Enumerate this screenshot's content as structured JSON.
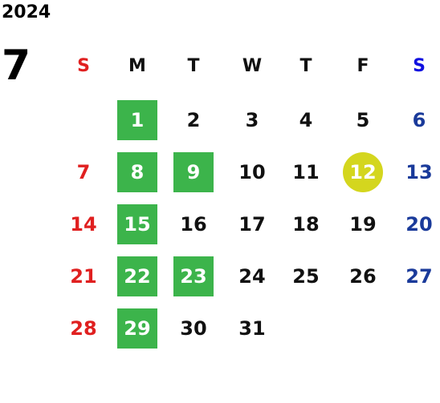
{
  "calendar": {
    "year": "2024",
    "month": "7",
    "weekdays": [
      "S",
      "M",
      "T",
      "W",
      "T",
      "F",
      "S"
    ],
    "weeks": [
      [
        "",
        "1",
        "2",
        "3",
        "4",
        "5",
        "6"
      ],
      [
        "7",
        "8",
        "9",
        "10",
        "11",
        "12",
        "13"
      ],
      [
        "14",
        "15",
        "16",
        "17",
        "18",
        "19",
        "20"
      ],
      [
        "21",
        "22",
        "23",
        "24",
        "25",
        "26",
        "27"
      ],
      [
        "28",
        "29",
        "30",
        "31",
        "",
        "",
        ""
      ]
    ],
    "highlighted_days": [
      "1",
      "8",
      "9",
      "15",
      "22",
      "23",
      "29"
    ],
    "today": "12",
    "colors": {
      "sunday": "#e02020",
      "saturday": "#1a3a9a",
      "saturday_header": "#1010e0",
      "highlight": "#3cb44b",
      "today": "#d4d61e"
    }
  }
}
